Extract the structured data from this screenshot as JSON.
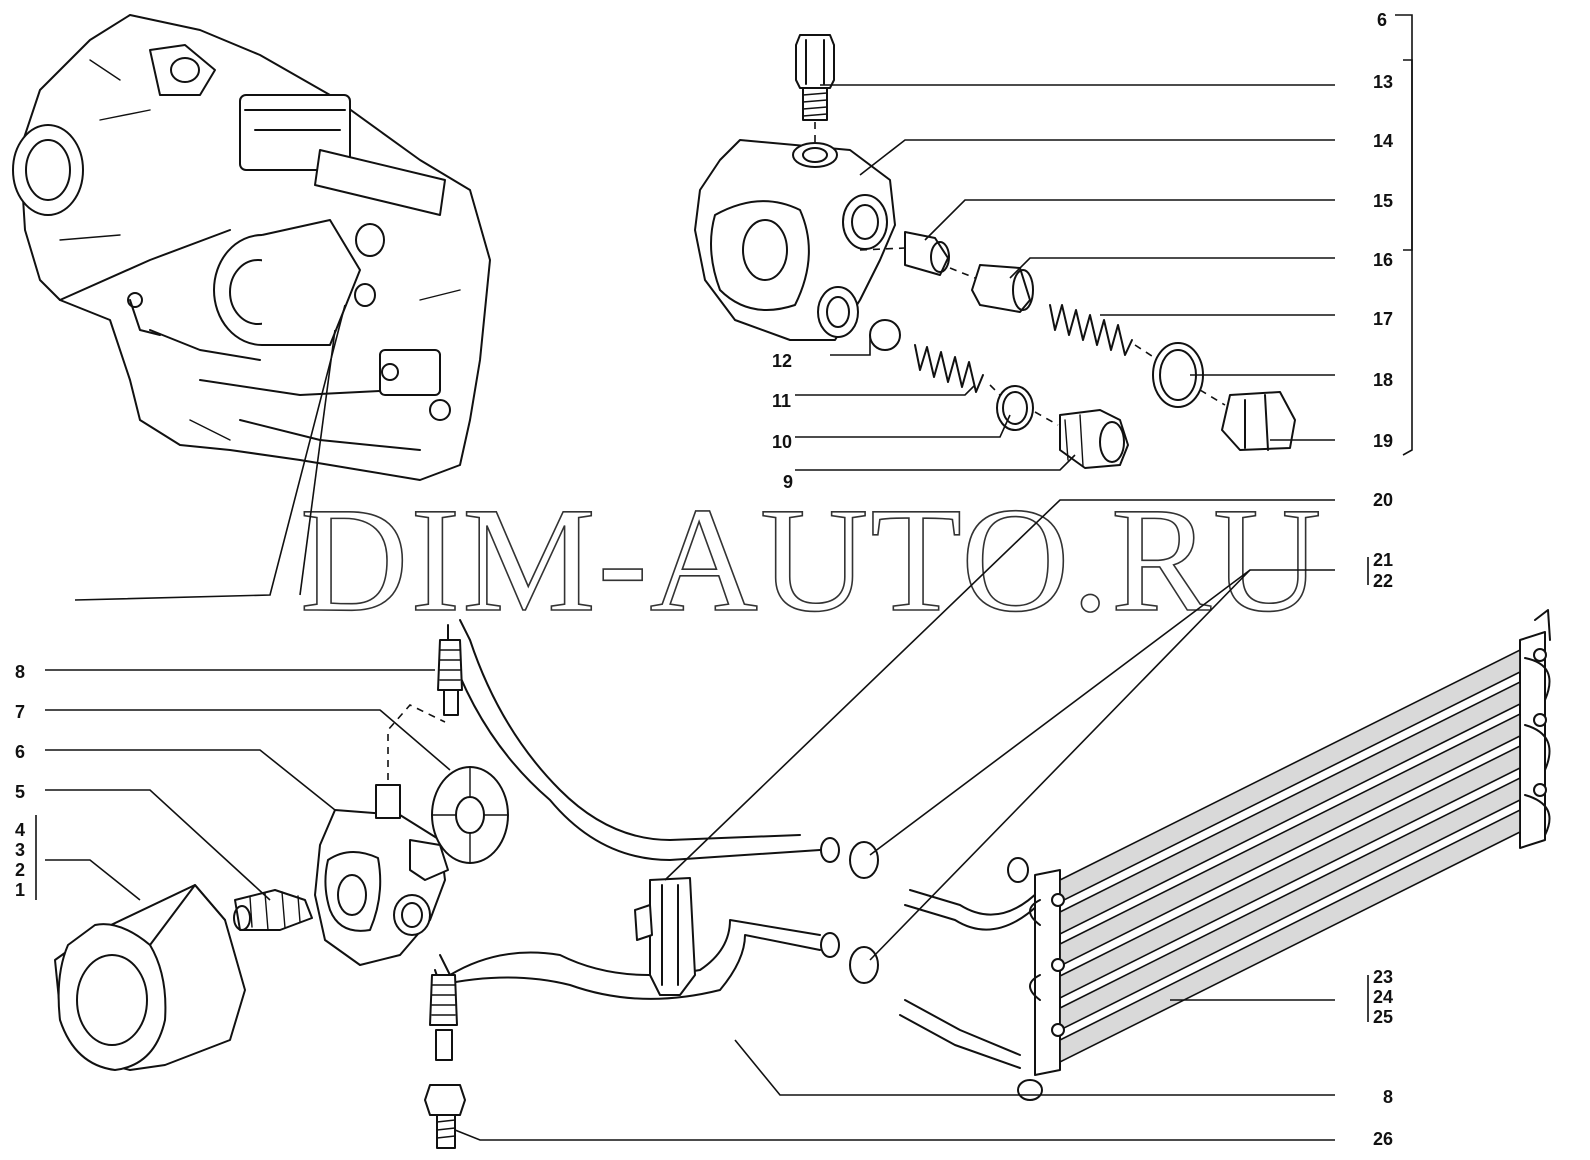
{
  "watermark": "DIM-AUTO.RU",
  "callouts": {
    "c6_top": "6",
    "c13": "13",
    "c14": "14",
    "c15": "15",
    "c16": "16",
    "c17": "17",
    "c18": "18",
    "c19": "19",
    "c12": "12",
    "c11": "11",
    "c10": "10",
    "c9": "9",
    "c20": "20",
    "c21": "21",
    "c22": "22",
    "c8_left": "8",
    "c7": "7",
    "c6_left": "6",
    "c5": "5",
    "c4": "4",
    "c3": "3",
    "c2": "2",
    "c1": "1",
    "c23": "23",
    "c24": "24",
    "c25": "25",
    "c8_bottom": "8",
    "c26": "26"
  },
  "colors": {
    "ink": "#111111",
    "paper": "#ffffff"
  }
}
